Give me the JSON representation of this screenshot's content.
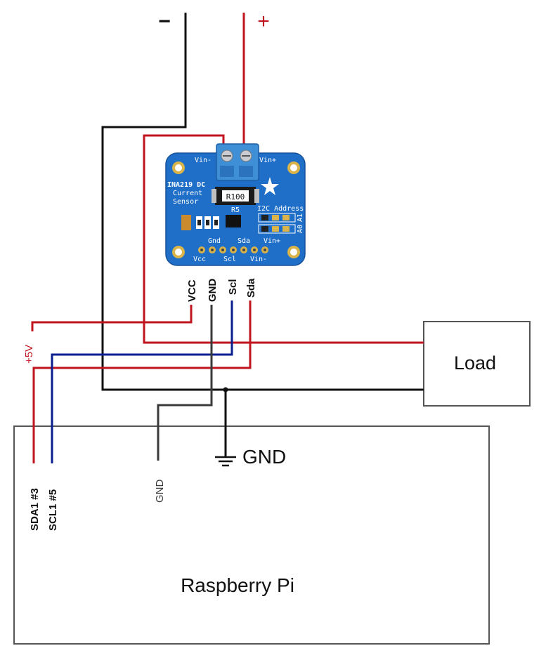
{
  "supply": {
    "minus": "−",
    "plus": "+"
  },
  "sensor": {
    "title_line1": "INA219 DC",
    "title_line2": "Current",
    "title_line3": "Sensor",
    "vin_minus_top": "Vin-",
    "vin_plus_top": "Vin+",
    "shunt": "R100",
    "r5": "R5",
    "i2c": "I2C Address",
    "a0": "A0",
    "a1": "A1",
    "pin_gnd": "Gnd",
    "pin_sda": "Sda",
    "pin_vinp": "Vin+",
    "pin_vcc": "Vcc",
    "pin_scl": "Scl",
    "pin_vinm": "Vin-"
  },
  "pins": {
    "vcc": "VCC",
    "gnd": "GND",
    "scl": "Scl",
    "sda": "Sda"
  },
  "rail_5v": "+5V",
  "load": "Load",
  "ground": "GND",
  "rpi": {
    "label": "Raspberry Pi",
    "sda": "SDA1 #3",
    "scl": "SCL1 #5",
    "gnd": "GND"
  },
  "colors": {
    "red": "#c0151f",
    "blue": "#0a1f8f",
    "black": "#111111",
    "pcb": "#1f6fc9"
  }
}
